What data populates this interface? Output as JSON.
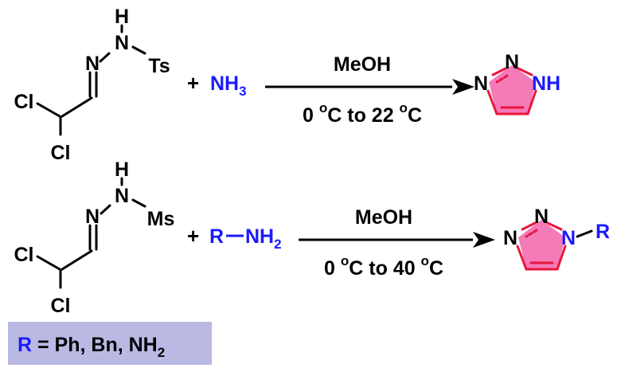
{
  "colors": {
    "bond": "#000000",
    "reagent": "#1a1aff",
    "ring_bond": "#e8173c",
    "ring_fill": "#f47ab8",
    "box": "#b9b9e3"
  },
  "reaction1": {
    "atoms": {
      "h": "H",
      "n_top": "N",
      "n_left": "N",
      "ts": "Ts",
      "cl1": "Cl",
      "cl2": "Cl"
    },
    "plus": "+",
    "reagent_main": "NH",
    "reagent_sub": "3",
    "condition_top": "MeOH",
    "temp_a": "0 ",
    "temp_a_sup": "o",
    "temp_b": "C to 22 ",
    "temp_b_sup": "o",
    "temp_c": "C",
    "product": {
      "n_top": "N",
      "n_left": "N",
      "nh": "NH"
    }
  },
  "reaction2": {
    "atoms": {
      "h": "H",
      "n_top": "N",
      "n_left": "N",
      "ms": "Ms",
      "cl1": "Cl",
      "cl2": "Cl"
    },
    "plus": "+",
    "reagent_r": "R",
    "reagent_nh": "NH",
    "reagent_sub": "2",
    "condition_top": "MeOH",
    "temp_a": "0 ",
    "temp_a_sup": "o",
    "temp_b": "C to 40 ",
    "temp_b_sup": "o",
    "temp_c": "C",
    "product": {
      "n_top": "N",
      "n_left": "N",
      "n_right": "N",
      "r": "R"
    }
  },
  "legend": {
    "r": "R",
    "text": " = Ph, Bn, NH",
    "sub": "2"
  }
}
